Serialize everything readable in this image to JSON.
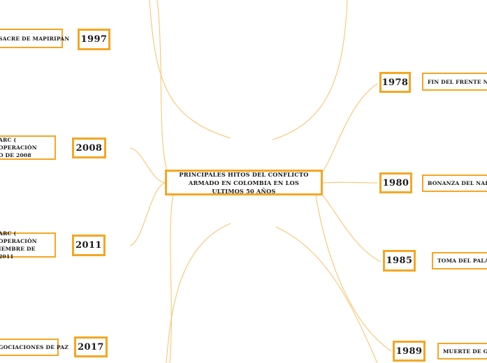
{
  "diagram": {
    "type": "mind-map",
    "title": "PRINCIPALES HITOS DEL CONFLICTO ARMADO EN COLOMBIA EN LOS ULTIMOS 50 AÑOS",
    "accent_color": "#F5A623",
    "connector_color": "#F9C575",
    "background_color": "#FFFFFF",
    "text_color": "#1A1A1A",
    "note": "Mind map is cropped on all four edges; several branch labels are cut off by the viewport"
  },
  "central": {
    "label": "PRINCIPALES HITOS DEL CONFLICTO ARMADO EN COLOMBIA EN LOS ULTIMOS 50 AÑOS"
  },
  "branches_left": [
    {
      "year": "1997",
      "label": "SACRE DE MAPIRIPAN",
      "clipped": "left"
    },
    {
      "year": "2008",
      "label": "ARC ( OPERACIÓN\nO DE 2008",
      "clipped": "left"
    },
    {
      "year": "2011",
      "label": "ARC ( OPERACIÓN\nIEMBRE DE 2011",
      "clipped": "left"
    },
    {
      "year": "2017",
      "label": "GOCIACIONES DE PAZ",
      "clipped": "left"
    }
  ],
  "branches_right": [
    {
      "year": "1978",
      "label": "FIN DEL FRENTE NACIO",
      "clipped": "right"
    },
    {
      "year": "1980",
      "label": "BONANZA DEL NARCOTI",
      "clipped": "right"
    },
    {
      "year": "1985",
      "label": "TOMA DEL PALACIO",
      "clipped": "right"
    },
    {
      "year": "1989",
      "label": "MUERTE DE GALAN",
      "clipped": "right"
    }
  ]
}
